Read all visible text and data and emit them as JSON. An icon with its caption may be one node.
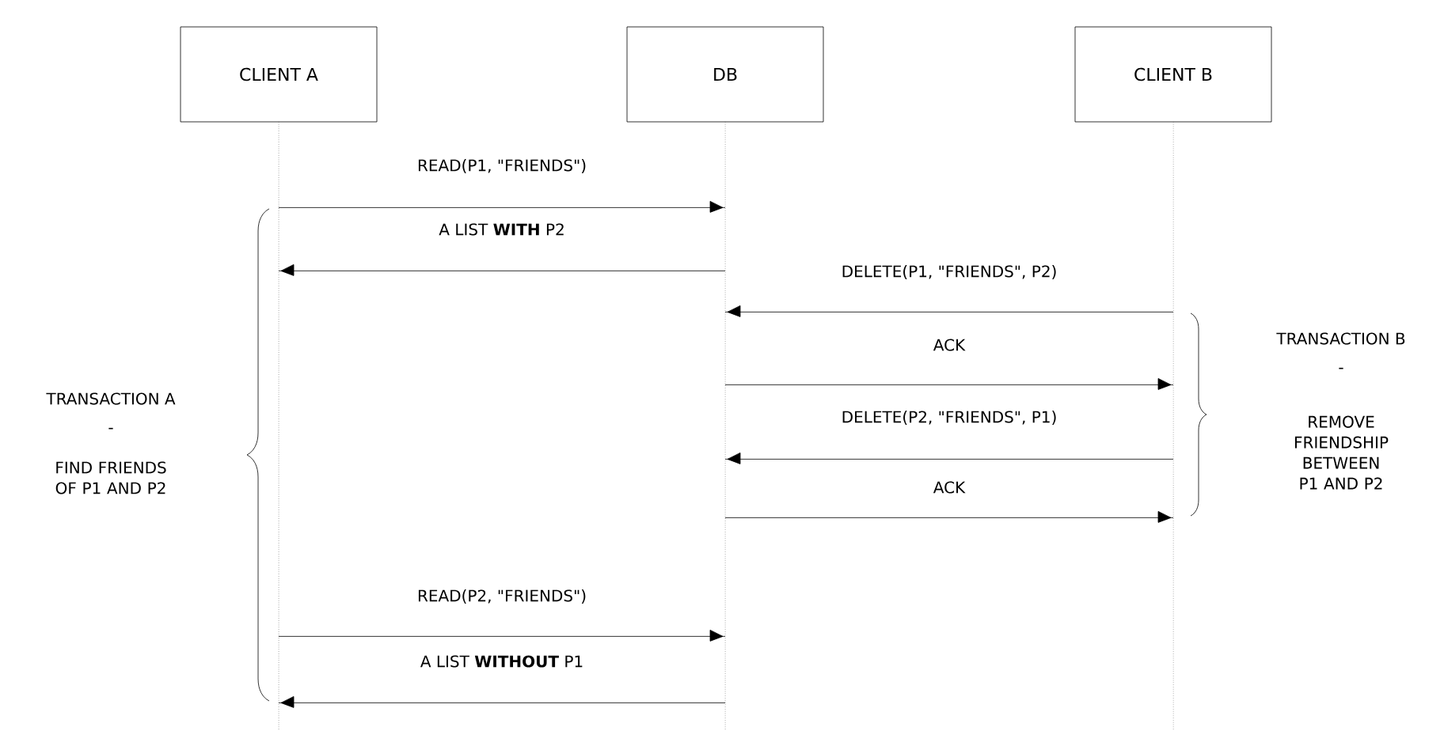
{
  "diagram": {
    "nodes": [
      {
        "text": [
          "CLIENT A"
        ]
      },
      {
        "text": [
          "DB"
        ]
      },
      {
        "text": [
          "CLIENT B"
        ]
      }
    ],
    "edges": [
      {
        "from": 0,
        "to": 1,
        "arrow": "to",
        "label": "READ(P1, \"FRIENDS\")"
      },
      {
        "from": 1,
        "to": 0,
        "arrow": "to",
        "label": "A LIST **WITH** P2"
      },
      {
        "from": 2,
        "to": 1,
        "arrow": "to",
        "label": "DELETE(P1, \"FRIENDS\", P2)"
      },
      {
        "from": 1,
        "to": 2,
        "arrow": "to",
        "label": "ACK"
      },
      {
        "from": 2,
        "to": 1,
        "arrow": "to",
        "label": "DELETE(P2, \"FRIENDS\", P1)"
      },
      {
        "from": 1,
        "to": 2,
        "arrow": "to",
        "label": "ACK"
      },
      {
        "from": 0,
        "to": 1,
        "arrow": "to",
        "label": "READ(P2, \"FRIENDS\")"
      },
      {
        "from": 1,
        "to": 0,
        "arrow": "to",
        "label": "A LIST **WITHOUT** P1"
      }
    ],
    "labels": [
      "TRANSACTION A",
      "-",
      "FIND FRIENDS OF P1 AND P2",
      "TRANSACTION B",
      "-",
      "REMOVE FRIENDSHIP BETWEEN P1 AND P2"
    ]
  }
}
